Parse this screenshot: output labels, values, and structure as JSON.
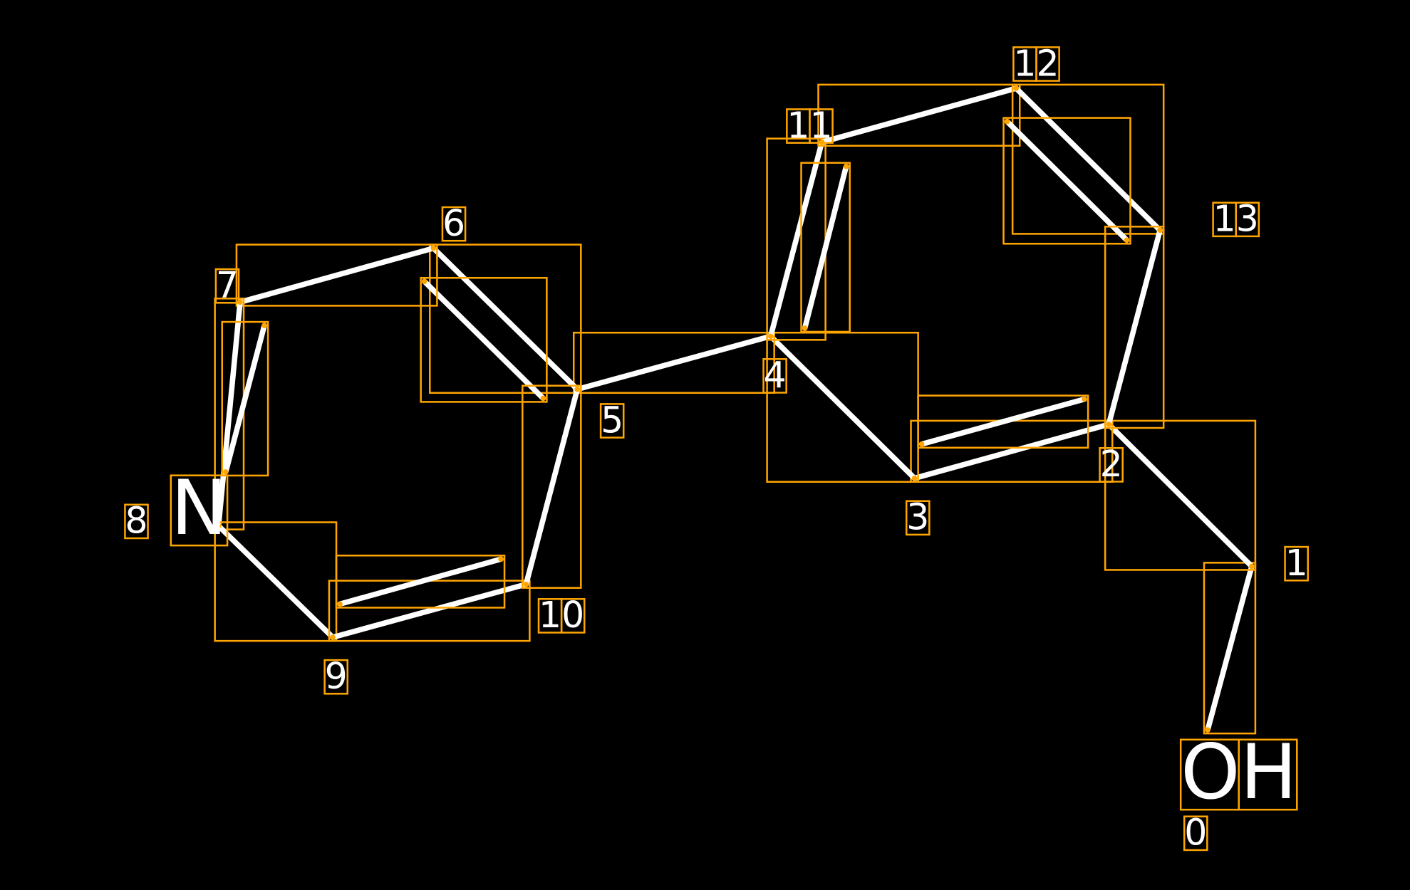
{
  "diagram": {
    "type": "molecule",
    "colors": {
      "background": "#000000",
      "bond": "#FFFFFF",
      "box": "#FFA500"
    },
    "atoms": [
      {
        "index": "0",
        "element": "OH"
      },
      {
        "index": "1",
        "element": ""
      },
      {
        "index": "2",
        "element": ""
      },
      {
        "index": "3",
        "element": ""
      },
      {
        "index": "4",
        "element": ""
      },
      {
        "index": "5",
        "element": ""
      },
      {
        "index": "6",
        "element": ""
      },
      {
        "index": "7",
        "element": ""
      },
      {
        "index": "8",
        "element": "N"
      },
      {
        "index": "9",
        "element": ""
      },
      {
        "index": "10",
        "element": ""
      },
      {
        "index": "11",
        "element": ""
      },
      {
        "index": "12",
        "element": ""
      },
      {
        "index": "13",
        "element": ""
      }
    ],
    "bonds": [
      {
        "from": 0,
        "to": 1,
        "order": 1
      },
      {
        "from": 1,
        "to": 2,
        "order": 1
      },
      {
        "from": 2,
        "to": 3,
        "order": 2
      },
      {
        "from": 3,
        "to": 4,
        "order": 1
      },
      {
        "from": 4,
        "to": 5,
        "order": 1
      },
      {
        "from": 5,
        "to": 6,
        "order": 2
      },
      {
        "from": 6,
        "to": 7,
        "order": 1
      },
      {
        "from": 7,
        "to": 8,
        "order": 2
      },
      {
        "from": 8,
        "to": 9,
        "order": 1
      },
      {
        "from": 9,
        "to": 10,
        "order": 2
      },
      {
        "from": 10,
        "to": 5,
        "order": 1
      },
      {
        "from": 4,
        "to": 11,
        "order": 2
      },
      {
        "from": 11,
        "to": 12,
        "order": 1
      },
      {
        "from": 12,
        "to": 13,
        "order": 2
      },
      {
        "from": 13,
        "to": 2,
        "order": 1
      }
    ]
  }
}
